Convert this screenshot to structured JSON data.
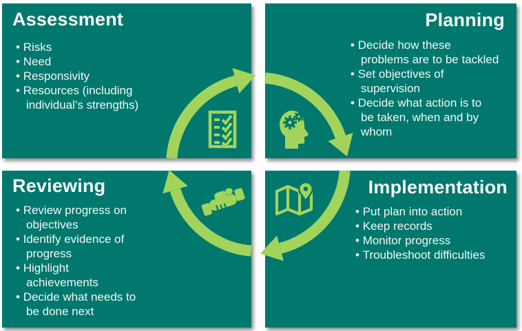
{
  "colors": {
    "panel_teal": "#00786E",
    "accent_green": "#A2D45C",
    "text_white": "#F2F6F4"
  },
  "panels": [
    {
      "title": "Assessment",
      "icon": "checklist-icon",
      "bullets": [
        "Risks",
        "Need",
        "Responsivity",
        "Resources (including\nindividual’s strengths)"
      ]
    },
    {
      "title": "Planning",
      "icon": "head-gears-icon",
      "bullets": [
        "Decide how these\nproblems are to be tackled",
        "Set objectives of\nsupervision",
        "Decide what action is to\nbe taken, when and by\nwhom"
      ]
    },
    {
      "title": "Implementation",
      "icon": "map-location-icon",
      "bullets": [
        "Put plan into action",
        "Keep records",
        "Monitor progress",
        "Troubleshoot difficulties"
      ]
    },
    {
      "title": "Reviewing",
      "icon": "handshake-icon",
      "bullets": [
        "Review progress on\nobjectives",
        "Identify evidence of\nprogress",
        "Highlight\nachievements",
        "Decide what needs to\nbe done next"
      ]
    }
  ]
}
